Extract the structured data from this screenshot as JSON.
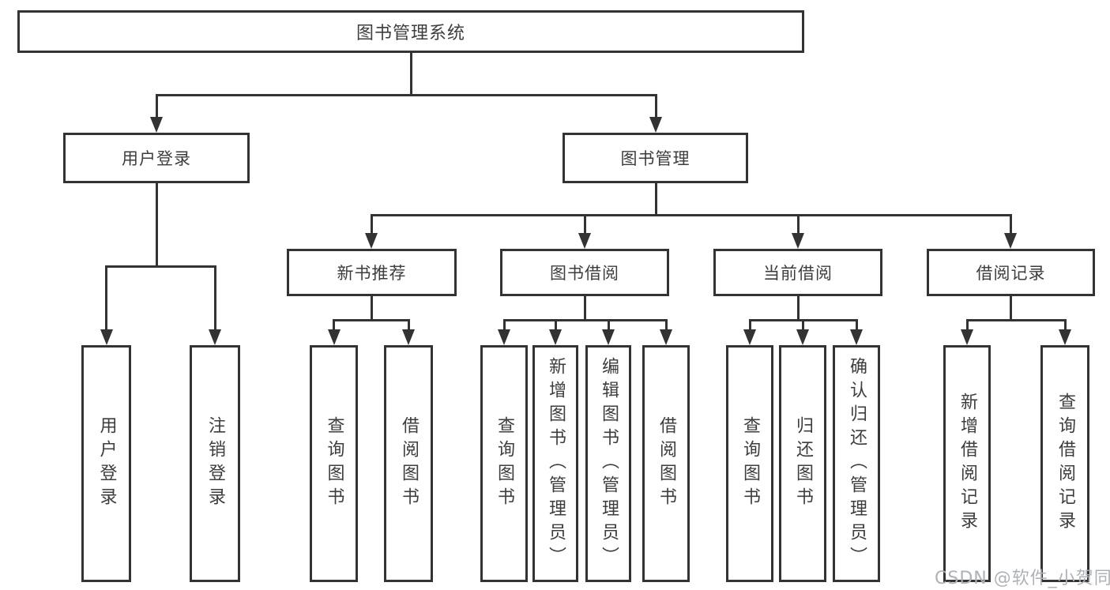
{
  "diagram": {
    "root": {
      "label": "图书管理系统"
    },
    "level2": [
      {
        "label": "用户登录"
      },
      {
        "label": "图书管理"
      }
    ],
    "level3": [
      {
        "label": "新书推荐"
      },
      {
        "label": "图书借阅"
      },
      {
        "label": "当前借阅"
      },
      {
        "label": "借阅记录"
      }
    ],
    "leaves": {
      "user_login": [
        {
          "label": "用户登录"
        },
        {
          "label": "注销登录"
        }
      ],
      "new_book": [
        {
          "label": "查询图书"
        },
        {
          "label": "借阅图书"
        }
      ],
      "book_borrow": [
        {
          "label": "查询图书"
        },
        {
          "label": "新增图书（管理员）"
        },
        {
          "label": "编辑图书（管理员）"
        },
        {
          "label": "借阅图书"
        }
      ],
      "current_borrow": [
        {
          "label": "查询图书"
        },
        {
          "label": "归还图书"
        },
        {
          "label": "确认归还（管理员）"
        }
      ],
      "borrow_records": [
        {
          "label": "新增借阅记录"
        },
        {
          "label": "查询借阅记录"
        }
      ]
    }
  },
  "watermark": "CSDN @软件_小贺同学",
  "colors": {
    "line": "#333333",
    "text": "#3d3d3d",
    "watermark": "#aeb2b8",
    "background": "#ffffff"
  }
}
